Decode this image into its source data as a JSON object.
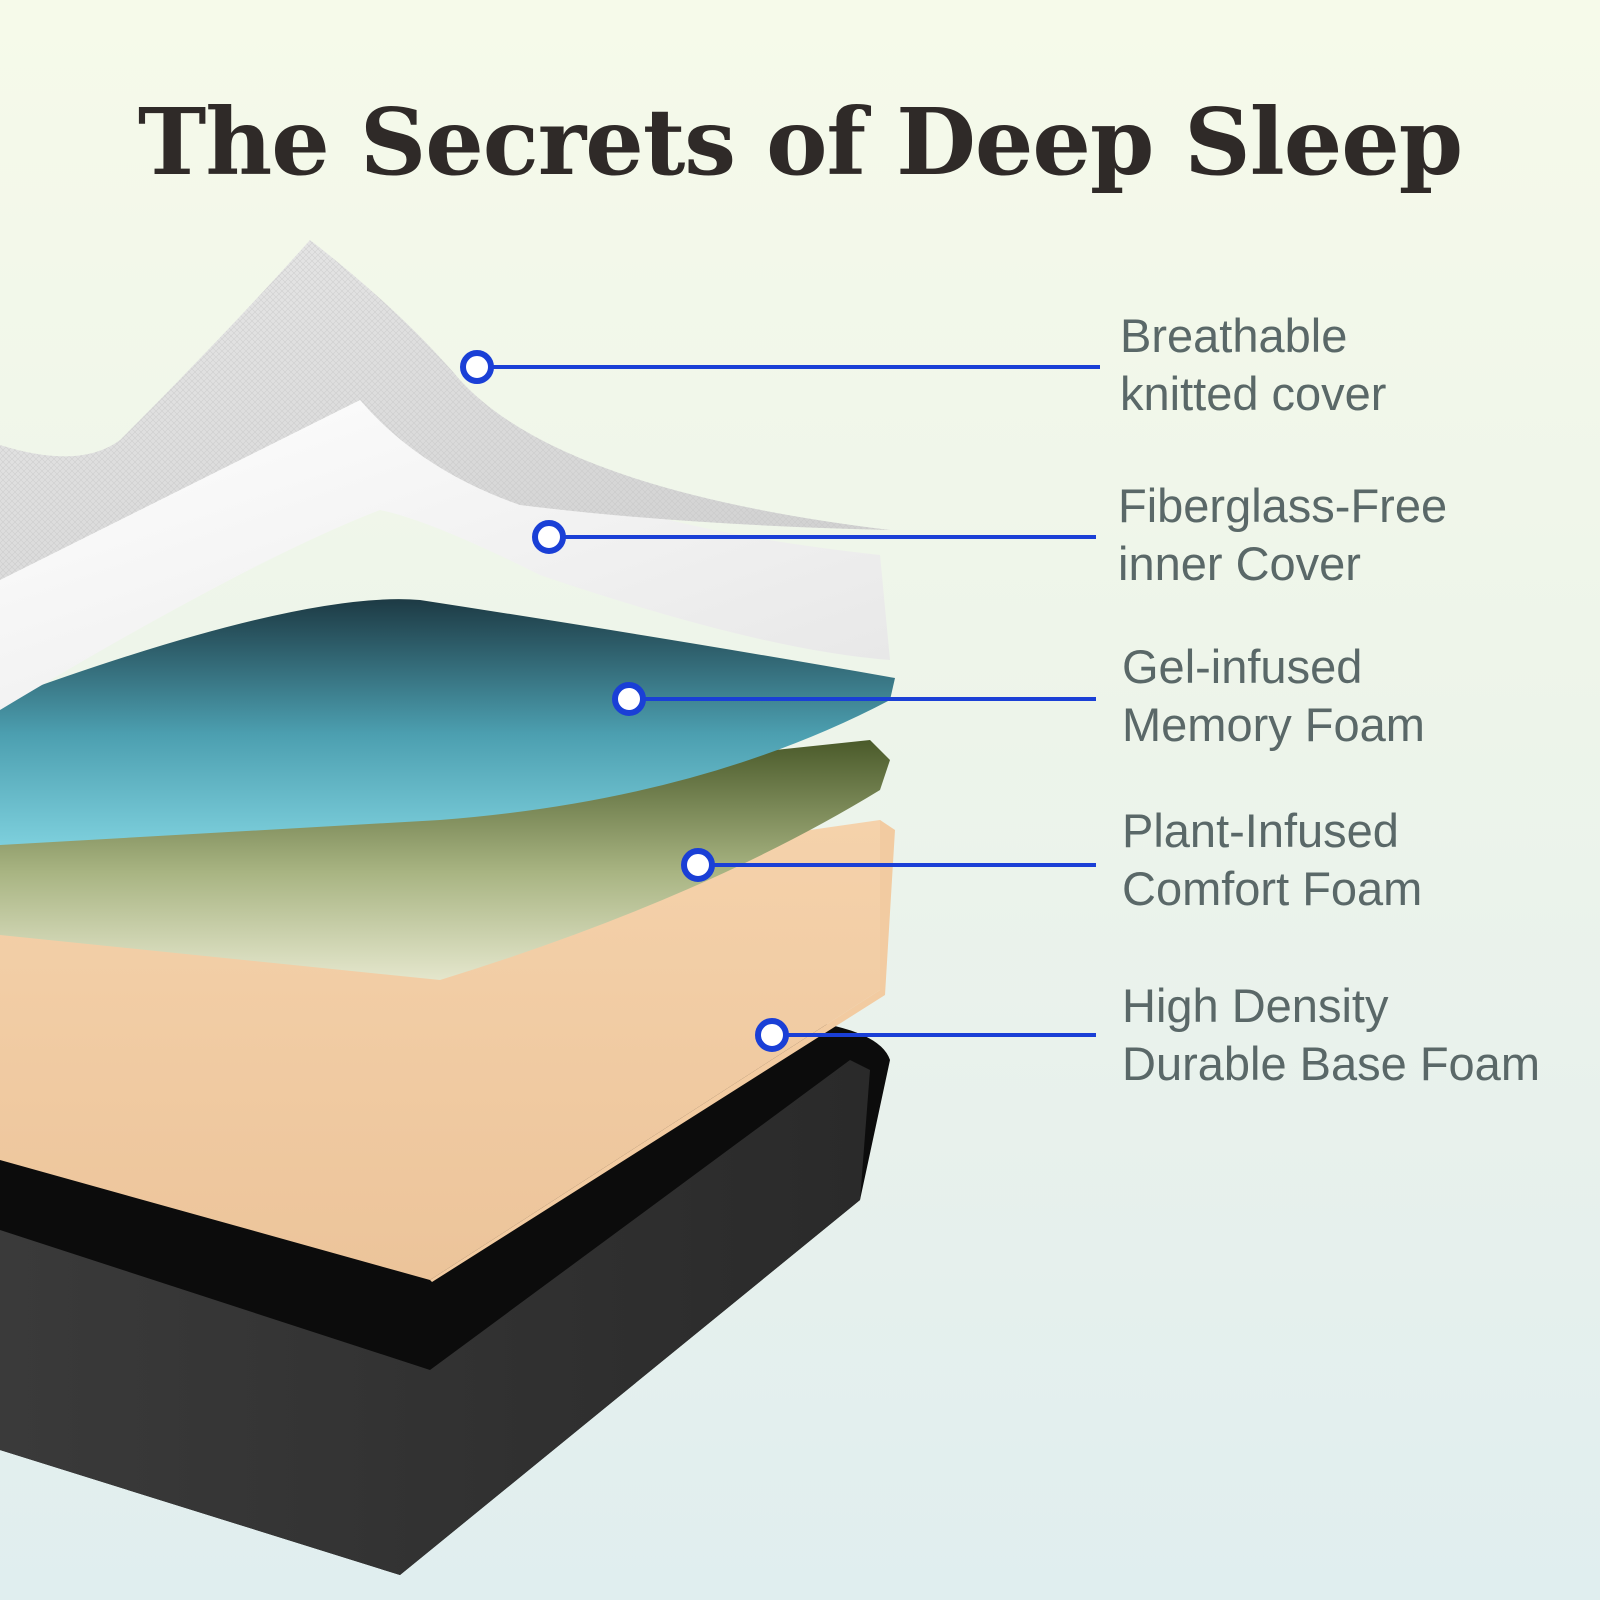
{
  "title": "The Secrets of Deep Sleep",
  "layers": [
    {
      "line1": "Breathable",
      "line2": "knitted cover"
    },
    {
      "line1": "Fiberglass-Free",
      "line2": "inner Cover"
    },
    {
      "line1": "Gel-infused",
      "line2": "Memory Foam"
    },
    {
      "line1": "Plant-Infused",
      "line2": "Comfort Foam"
    },
    {
      "line1": "High Density",
      "line2": "Durable Base Foam"
    }
  ],
  "colors": {
    "title": "#2f2a28",
    "label_text": "#5a6868",
    "callout": "#1a3fd6",
    "knitted_cover": "#dadada",
    "inner_cover": "#f2f2f2",
    "memory_foam": "#6ec6d6",
    "comfort_foam": "#d8dcc0",
    "base_foam": "#f0caa0",
    "base_cover": "#2e2e2e"
  }
}
